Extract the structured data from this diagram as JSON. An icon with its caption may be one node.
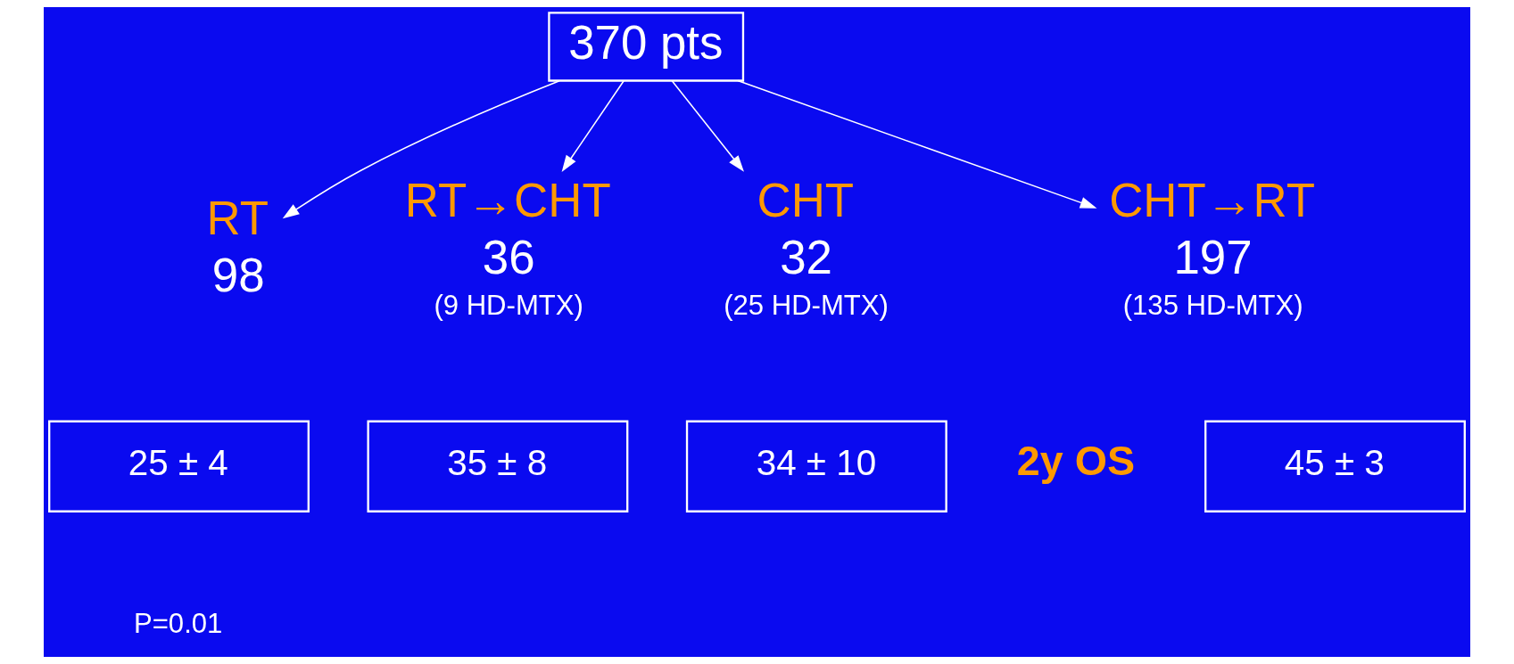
{
  "diagram": {
    "nodes": [
      {
        "text": [
          "370 pts"
        ]
      },
      {
        "text": [
          "RT",
          "98"
        ]
      },
      {
        "text": [
          "RT→CHT",
          "36",
          "(9 HD-MTX)"
        ]
      },
      {
        "text": [
          "CHT",
          "32",
          "(25 HD-MTX)"
        ]
      },
      {
        "text": [
          "CHT→RT",
          "197",
          "(135 HD-MTX)"
        ]
      },
      {
        "text": [
          "25 ± 4"
        ]
      },
      {
        "text": [
          "35 ± 8"
        ]
      },
      {
        "text": [
          "34 ± 10"
        ]
      },
      {
        "text": [
          "45 ± 3"
        ]
      }
    ],
    "edges": [
      {
        "from": 0,
        "to": 1,
        "arrow": "to"
      },
      {
        "from": 0,
        "to": 2,
        "arrow": "to"
      },
      {
        "from": 0,
        "to": 3,
        "arrow": "to"
      },
      {
        "from": 0,
        "to": 4,
        "arrow": "to"
      }
    ],
    "labels": [
      "2y OS",
      "P=0.01"
    ]
  }
}
